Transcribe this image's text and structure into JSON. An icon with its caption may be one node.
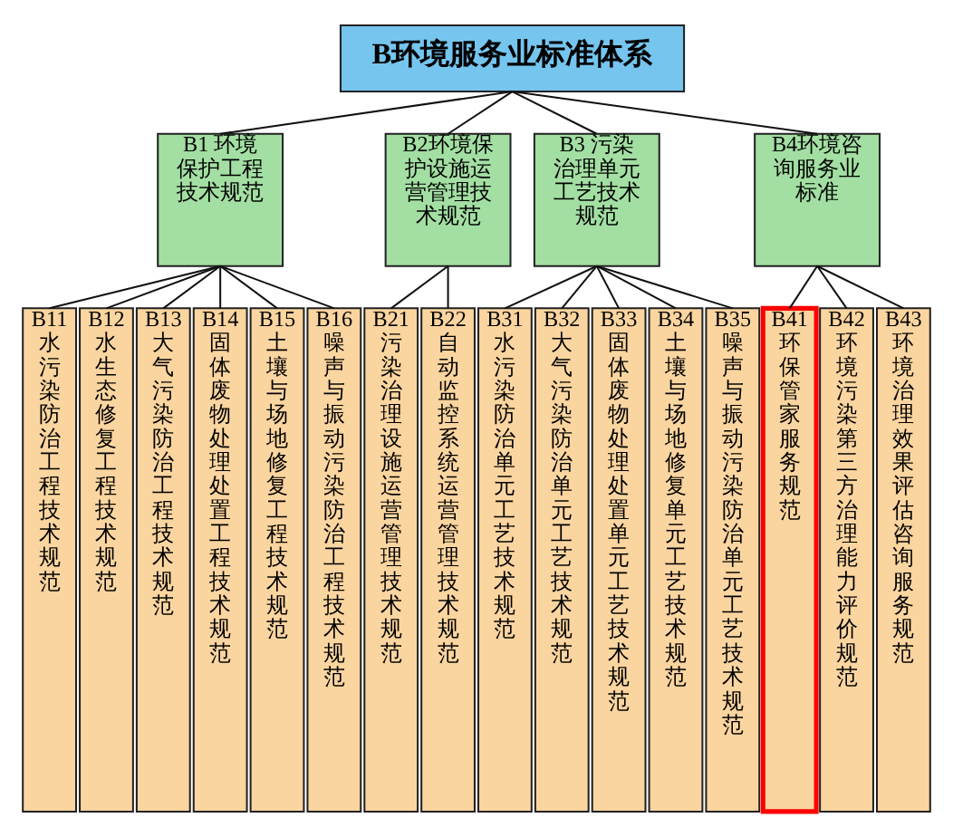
{
  "diagram": {
    "nodes": [
      {
        "text": [
          "B环境服务业标准体系"
        ]
      },
      {
        "text": [
          "B1 环境保护工程技术规范"
        ]
      },
      {
        "text": [
          "B2环境保护设施运营管理技术规范"
        ]
      },
      {
        "text": [
          "B3 污染治理单元工艺技术规范"
        ]
      },
      {
        "text": [
          "B4环境咨询服务业标准"
        ]
      },
      {
        "text": [
          "B11水污染防治工程技术规范"
        ]
      },
      {
        "text": [
          "B12水生态修复工程技术规范"
        ]
      },
      {
        "text": [
          "B13大气污染防治工程技术规范"
        ]
      },
      {
        "text": [
          "B14固体废物处理处置工程技术规范"
        ]
      },
      {
        "text": [
          "B15土壤与场地修复工程技术规范"
        ]
      },
      {
        "text": [
          "B16噪声与振动污染防治工程技术规范"
        ]
      },
      {
        "text": [
          "B21污染治理设施运营管理技术规范"
        ]
      },
      {
        "text": [
          "B22自动监控系统运营管理技术规范"
        ]
      },
      {
        "text": [
          "B31水污染防治单元工艺技术规范"
        ]
      },
      {
        "text": [
          "B32大气污染防治单元工艺技术规范"
        ]
      },
      {
        "text": [
          "B33固体废物处理处置单元工艺技术规范"
        ]
      },
      {
        "text": [
          "B34土壤与场地修复单元工艺技术规范"
        ]
      },
      {
        "text": [
          "B35噪声与振动污染防治单元工艺技术规范"
        ]
      },
      {
        "text": [
          "B41环保管家服务规范"
        ]
      },
      {
        "text": [
          "B42环境污染第三方治理能力评价规范"
        ]
      },
      {
        "text": [
          "B43环境治理效果评估咨询服务规范"
        ]
      }
    ],
    "edges": [
      {
        "from": 0,
        "to": 1,
        "arrow": "none"
      },
      {
        "from": 0,
        "to": 2,
        "arrow": "none"
      },
      {
        "from": 0,
        "to": 3,
        "arrow": "none"
      },
      {
        "from": 0,
        "to": 4,
        "arrow": "none"
      },
      {
        "from": 1,
        "to": 5,
        "arrow": "none"
      },
      {
        "from": 1,
        "to": 6,
        "arrow": "none"
      },
      {
        "from": 1,
        "to": 7,
        "arrow": "none"
      },
      {
        "from": 1,
        "to": 8,
        "arrow": "none"
      },
      {
        "from": 1,
        "to": 9,
        "arrow": "none"
      },
      {
        "from": 1,
        "to": 10,
        "arrow": "none"
      },
      {
        "from": 2,
        "to": 11,
        "arrow": "none"
      },
      {
        "from": 2,
        "to": 12,
        "arrow": "none"
      },
      {
        "from": 3,
        "to": 13,
        "arrow": "none"
      },
      {
        "from": 3,
        "to": 14,
        "arrow": "none"
      },
      {
        "from": 3,
        "to": 15,
        "arrow": "none"
      },
      {
        "from": 3,
        "to": 16,
        "arrow": "none"
      },
      {
        "from": 3,
        "to": 17,
        "arrow": "none"
      },
      {
        "from": 4,
        "to": 18,
        "arrow": "none"
      },
      {
        "from": 4,
        "to": 19,
        "arrow": "none"
      },
      {
        "from": 4,
        "to": 20,
        "arrow": "none"
      }
    ]
  }
}
